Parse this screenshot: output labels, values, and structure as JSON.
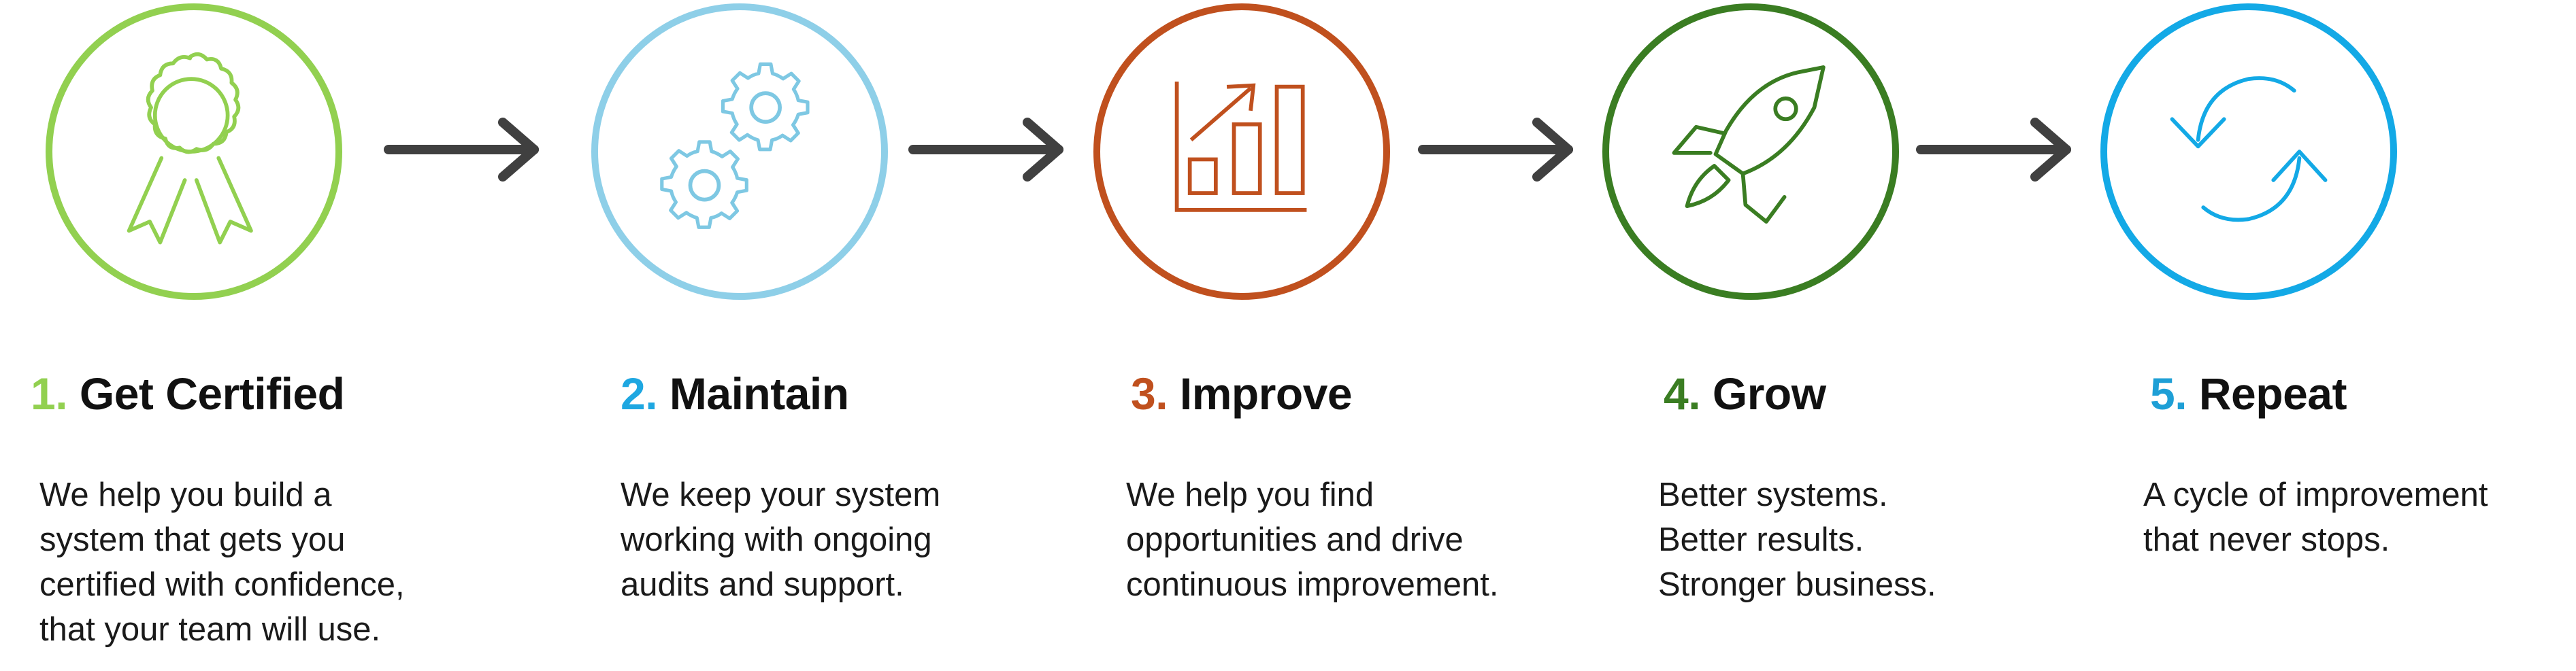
{
  "steps": [
    {
      "number": "1.",
      "title": "Get Certified",
      "description": [
        "We help you build a",
        "system that gets you",
        "certified with confidence,",
        "that your team will use."
      ],
      "color": "#92d050",
      "icon": "award-ribbon-icon"
    },
    {
      "number": "2.",
      "title": "Maintain",
      "description": [
        "We keep your system",
        "working with ongoing",
        "audits and support."
      ],
      "color": "#7ec8e3",
      "number_color": "#1ea7e1",
      "icon": "gears-icon"
    },
    {
      "number": "3.",
      "title": "Improve",
      "description": [
        "We help you find",
        "opportunities and drive",
        "continuous improvement."
      ],
      "color": "#c0501e",
      "icon": "growth-chart-icon"
    },
    {
      "number": "4.",
      "title": "Grow",
      "description": [
        "Better systems.",
        "Better results.",
        "Stronger business."
      ],
      "color": "#3a7d22",
      "icon": "rocket-icon"
    },
    {
      "number": "5.",
      "title": "Repeat",
      "description": [
        "A cycle of improvement",
        "that never stops."
      ],
      "color": "#13a9e6",
      "number_color": "#1e9fd6",
      "icon": "refresh-cycle-icon"
    }
  ],
  "arrow_color": "#404040"
}
